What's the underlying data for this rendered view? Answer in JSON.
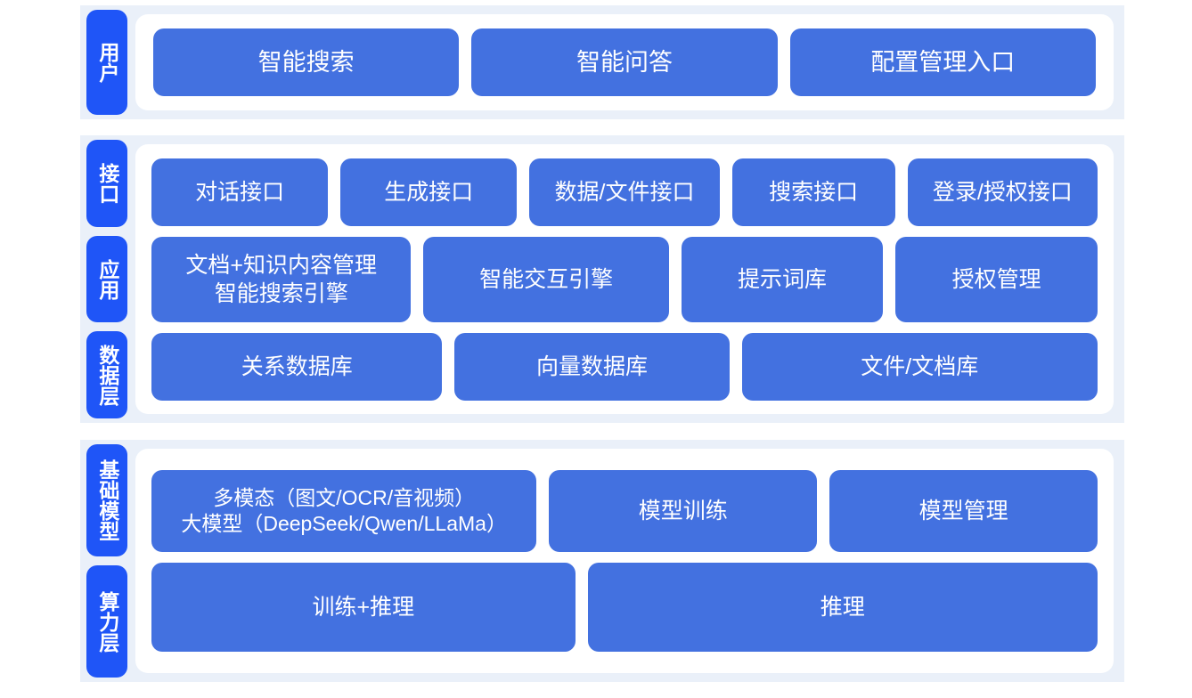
{
  "colors": {
    "page_background": "#ffffff",
    "band_background": "#eaf0f9",
    "panel_background": "#ffffff",
    "tab_blue": "#1f55f7",
    "box_blue": "#4371e0",
    "text_on_blue": "#ffffff"
  },
  "layers": [
    {
      "id": "user",
      "tabs": [
        "用户"
      ],
      "rows": [
        {
          "id": "user-entries",
          "boxes": [
            {
              "label": "智能搜索"
            },
            {
              "label": "智能问答"
            },
            {
              "label": "配置管理入口"
            }
          ]
        }
      ]
    },
    {
      "id": "middle",
      "tabs": [
        "接口",
        "应用",
        "数据层"
      ],
      "rows": [
        {
          "id": "interface",
          "boxes": [
            {
              "label": "对话接口"
            },
            {
              "label": "生成接口"
            },
            {
              "label": "数据/文件接口"
            },
            {
              "label": "搜索接口"
            },
            {
              "label": "登录/授权接口"
            }
          ]
        },
        {
          "id": "application",
          "boxes": [
            {
              "label": "文档+知识内容管理\n智能搜索引擎"
            },
            {
              "label": "智能交互引擎"
            },
            {
              "label": "提示词库"
            },
            {
              "label": "授权管理"
            }
          ]
        },
        {
          "id": "data",
          "boxes": [
            {
              "label": "关系数据库"
            },
            {
              "label": "向量数据库"
            },
            {
              "label": "文件/文档库"
            }
          ]
        }
      ]
    },
    {
      "id": "bottom",
      "tabs": [
        "基础模型",
        "算力层"
      ],
      "rows": [
        {
          "id": "foundation-model",
          "boxes": [
            {
              "label": "多模态（图文/OCR/音视频）\n大模型（DeepSeek/Qwen/LLaMa）"
            },
            {
              "label": "模型训练"
            },
            {
              "label": "模型管理"
            }
          ]
        },
        {
          "id": "compute",
          "boxes": [
            {
              "label": "训练+推理"
            },
            {
              "label": "推理"
            }
          ]
        }
      ]
    }
  ]
}
